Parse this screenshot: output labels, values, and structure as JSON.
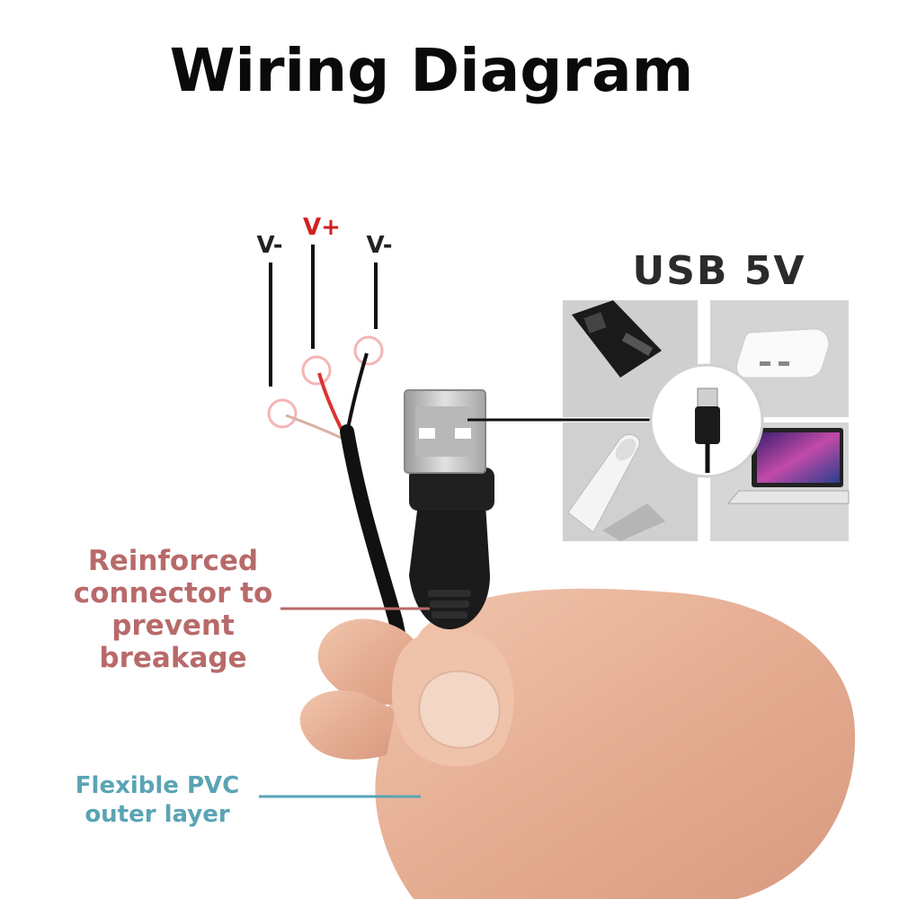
{
  "title": "Wiring Diagram",
  "wires": {
    "left_label": "V-",
    "center_label": "V+",
    "right_label": "V-"
  },
  "devices": {
    "heading": "USB 5V",
    "panels": [
      "power-strip",
      "power-bank",
      "car-charger",
      "laptop"
    ]
  },
  "callouts": {
    "connector": "Reinforced connector to prevent breakage",
    "pvc": "Flexible PVC outer layer"
  },
  "colors": {
    "positive": "#d02020",
    "connector_callout": "#b86a6a",
    "pvc_callout": "#5aa4b4"
  }
}
